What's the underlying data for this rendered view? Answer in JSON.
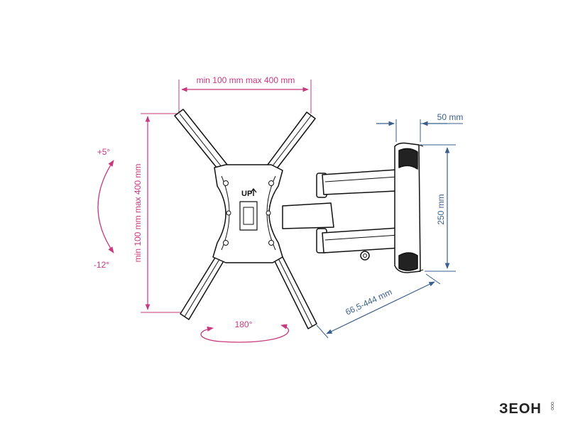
{
  "labels": {
    "width_range": "min 100 mm max 400 mm",
    "height_range": "min 100 mm max 400 mm",
    "tilt_up": "+5°",
    "tilt_down": "-12°",
    "swivel": "180°",
    "wall_plate_depth": "50 mm",
    "wall_plate_height": "250 mm",
    "arm_extension": "66,5-444 mm",
    "up_marker": "UP"
  },
  "logo": {
    "name": "ЗЕОН",
    "sub": "ООО"
  },
  "colors": {
    "dimension_pink": "#c8387e",
    "dimension_blue": "#3a5f8c",
    "line": "#111111"
  }
}
